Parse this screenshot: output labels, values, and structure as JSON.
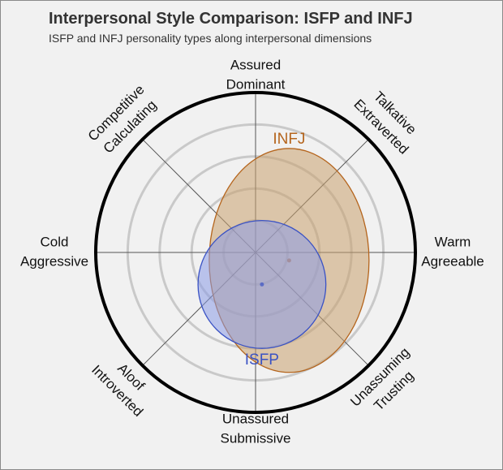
{
  "title": "Interpersonal Style Comparison: ISFP and INFJ",
  "subtitle": "ISFP and INFJ personality types along interpersonal dimensions",
  "chart_data": {
    "type": "scatter",
    "subtype": "interpersonal-circumplex",
    "grid": true,
    "rings": [
      0.2,
      0.4,
      0.6,
      0.8
    ],
    "axes": [
      {
        "angle": 90,
        "lines": [
          "Assured",
          "Dominant"
        ]
      },
      {
        "angle": 45,
        "lines": [
          "Talkative",
          "Extraverted"
        ]
      },
      {
        "angle": 0,
        "lines": [
          "Warm",
          "Agreeable"
        ]
      },
      {
        "angle": -45,
        "lines": [
          "Unassuming",
          "Trusting"
        ]
      },
      {
        "angle": -90,
        "lines": [
          "Unassured",
          "Submissive"
        ]
      },
      {
        "angle": -135,
        "lines": [
          "Aloof",
          "Introverted"
        ]
      },
      {
        "angle": 180,
        "lines": [
          "Cold",
          "Aggressive"
        ]
      },
      {
        "angle": 135,
        "lines": [
          "Competitive",
          "Calculating"
        ]
      }
    ],
    "series": [
      {
        "name": "INFJ",
        "color": "#b5651d",
        "fill": "#c8a06e",
        "x": 0.21,
        "y": -0.05,
        "rx": 0.5,
        "ry": 0.7
      },
      {
        "name": "ISFP",
        "color": "#3a52c4",
        "fill": "#8a9ae6",
        "x": 0.04,
        "y": -0.2,
        "rx": 0.4,
        "ry": 0.4
      }
    ]
  }
}
